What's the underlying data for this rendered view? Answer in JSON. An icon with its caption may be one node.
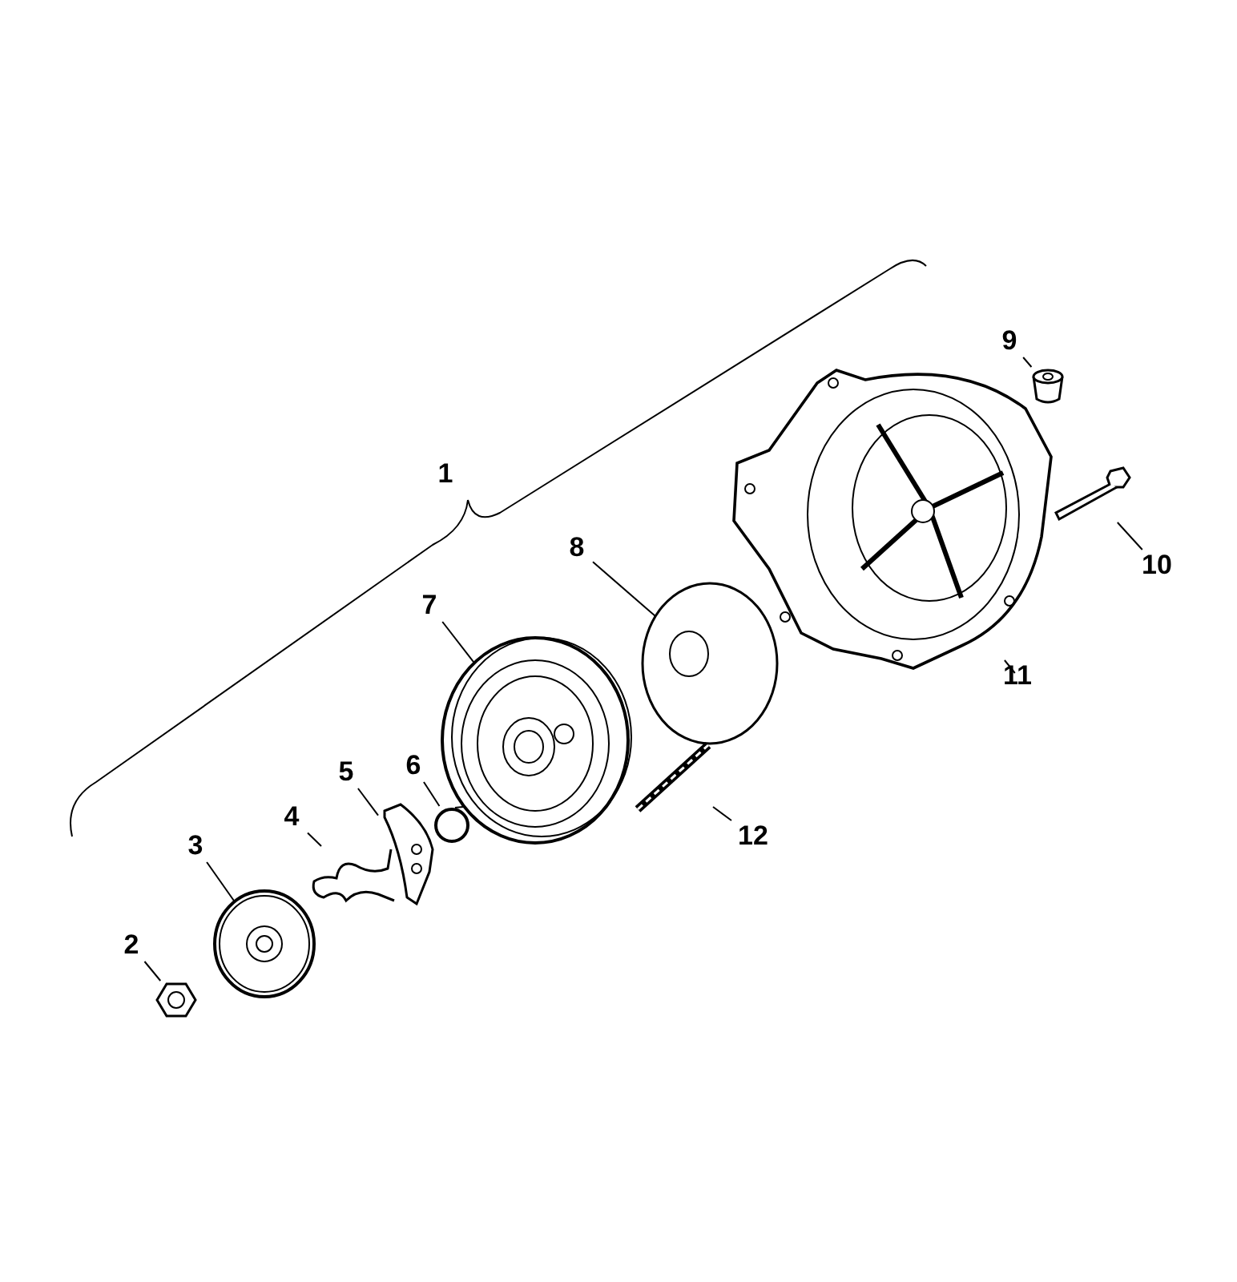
{
  "diagram": {
    "nodes": [
      {
        "text": [
          "2"
        ]
      },
      {
        "text": [
          "3"
        ]
      },
      {
        "text": [
          "4"
        ]
      },
      {
        "text": [
          "5"
        ]
      },
      {
        "text": [
          "6"
        ]
      },
      {
        "text": [
          "7"
        ]
      },
      {
        "text": [
          "8"
        ]
      },
      {
        "text": [
          "9"
        ]
      },
      {
        "text": [
          "10"
        ]
      },
      {
        "text": [
          "11"
        ]
      },
      {
        "text": [
          "12"
        ]
      },
      {
        "text": [],
        "shape": "picture"
      },
      {
        "text": [],
        "shape": "picture"
      },
      {
        "text": [],
        "shape": "picture"
      },
      {
        "text": [],
        "shape": "picture"
      },
      {
        "text": [],
        "shape": "circle"
      },
      {
        "text": [],
        "shape": "picture"
      },
      {
        "text": [],
        "shape": "picture"
      },
      {
        "text": [],
        "shape": "picture"
      },
      {
        "text": [],
        "shape": "picture"
      },
      {
        "text": [],
        "shape": "cylinder"
      },
      {
        "text": [],
        "shape": "picture"
      }
    ],
    "edges": [
      {
        "from": 0,
        "to": 11,
        "arrow": "none"
      },
      {
        "from": 1,
        "to": 12,
        "arrow": "none"
      },
      {
        "from": 2,
        "to": 13,
        "arrow": "none"
      },
      {
        "from": 3,
        "to": 14,
        "arrow": "none"
      },
      {
        "from": 4,
        "to": 15,
        "arrow": "none"
      },
      {
        "from": 5,
        "to": 16,
        "arrow": "none"
      },
      {
        "from": 6,
        "to": 17,
        "arrow": "none"
      },
      {
        "from": 7,
        "to": 20,
        "arrow": "none"
      },
      {
        "from": 8,
        "to": 21,
        "arrow": "none"
      },
      {
        "from": 9,
        "to": 19,
        "arrow": "none"
      },
      {
        "from": 10,
        "to": 18,
        "arrow": "none"
      }
    ],
    "labels": [
      "1"
    ]
  }
}
